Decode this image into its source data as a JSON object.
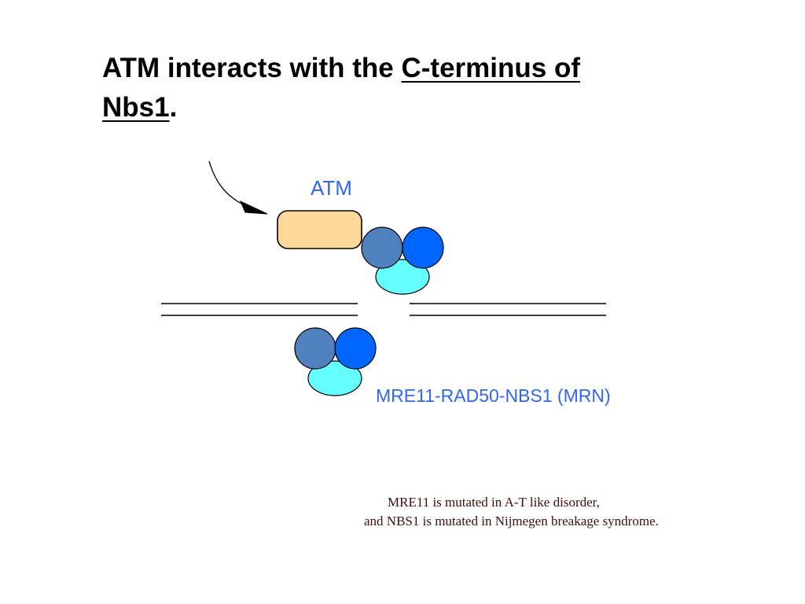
{
  "title": {
    "part1": "ATM interacts with the ",
    "part2": "C-terminus of",
    "part3": "Nbs1",
    "part4": "."
  },
  "labels": {
    "atm": "ATM",
    "mrn": "MRE11-RAD50-NBS1 (MRN)"
  },
  "notes": {
    "line1": "MRE11 is mutated in A-T like disorder,",
    "line2": "and NBS1 is mutated in Nijmegen breakage syndrome."
  },
  "colors": {
    "atm_fill": "#fcd99a",
    "circle_dark": "#5080be",
    "circle_bright": "#0066ff",
    "ellipse": "#66ffff",
    "label_blue": "#3366ee"
  }
}
